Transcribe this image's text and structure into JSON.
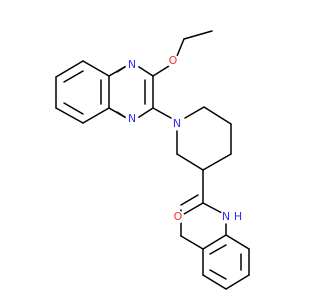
{
  "structure": {
    "colors": {
      "bond": "#000000",
      "nitrogen": "#2f2fff",
      "oxygen": "#ff2a2a",
      "background": "#ffffff"
    },
    "labels": {
      "quinoxaline_n_top": "N",
      "quinoxaline_n_bottom": "N",
      "ether_oxygen": "O",
      "piperidine_n": "N",
      "carbonyl_oxygen": "O",
      "amide_nh": "N",
      "amide_h": "H"
    }
  }
}
